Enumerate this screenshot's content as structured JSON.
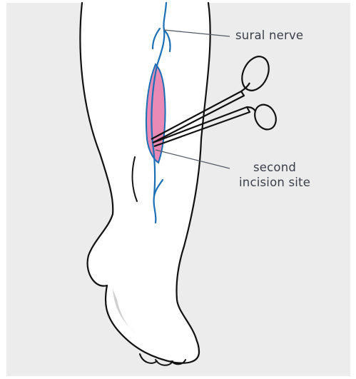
{
  "labels": {
    "sural_nerve": "sural nerve",
    "incision_line1": "second",
    "incision_line2": "incision site"
  },
  "colors": {
    "panel_bg": "#ececec",
    "outline": "#111111",
    "nerve": "#1b6fb5",
    "incision_fill": "#e889b6",
    "leader": "#555a66",
    "text": "#3a3f4a"
  },
  "icons": {
    "instrument": "scissors-icon"
  }
}
